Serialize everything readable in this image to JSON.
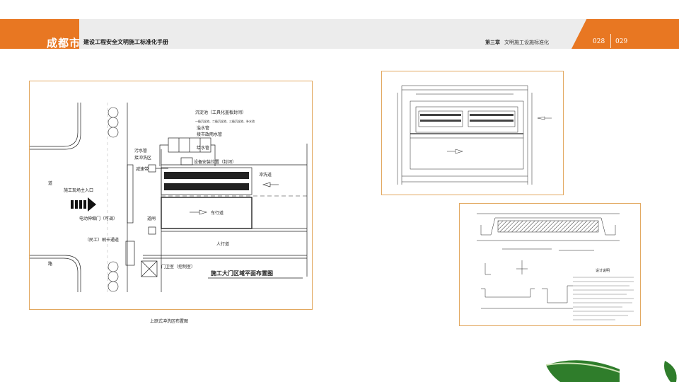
{
  "header": {
    "logo": "成都市",
    "manual_title": "建设工程安全文明施工标准化手册",
    "chapter_no": "第三章",
    "chapter_title": "文明施工设施标准化",
    "page_left": "028",
    "page_right": "029"
  },
  "colors": {
    "accent": "#e87722",
    "header_bg": "#ececec",
    "frame_border": "#e2a860",
    "leaf_green": "#2f7d2b"
  },
  "plan": {
    "caption": "上跃式冲洗区布置图",
    "drawing_title": "施工大门区域平面布置图",
    "labels": {
      "sediment_tank": "沉淀池（工具化盖板封闭）",
      "tank_stages": "一级沉淀池、二级沉淀池、三级沉淀池、补水池",
      "overflow_pipe": "溢水管",
      "rain_pipe": "接市政雨水管",
      "supply_pipe": "给水管",
      "sewage_pipe": "污水管",
      "wash_zone": "接冲洗区",
      "speed_bump": "减速带",
      "equipment_pos": "设备安装位置（封闭）",
      "wash_lane": "冲洗道",
      "vehicle_lane": "车行道",
      "road_left": "道",
      "road_left2": "路",
      "site_entrance": "施工现场主入口",
      "electric_gate": "电动伸缩门（可调）",
      "barrier": "道闸",
      "worker_channel": "（民工）刷卡通道",
      "sidewalk": "人行道",
      "guard_room": "门卫室（控制室）"
    }
  },
  "notes_title": "设计说明"
}
